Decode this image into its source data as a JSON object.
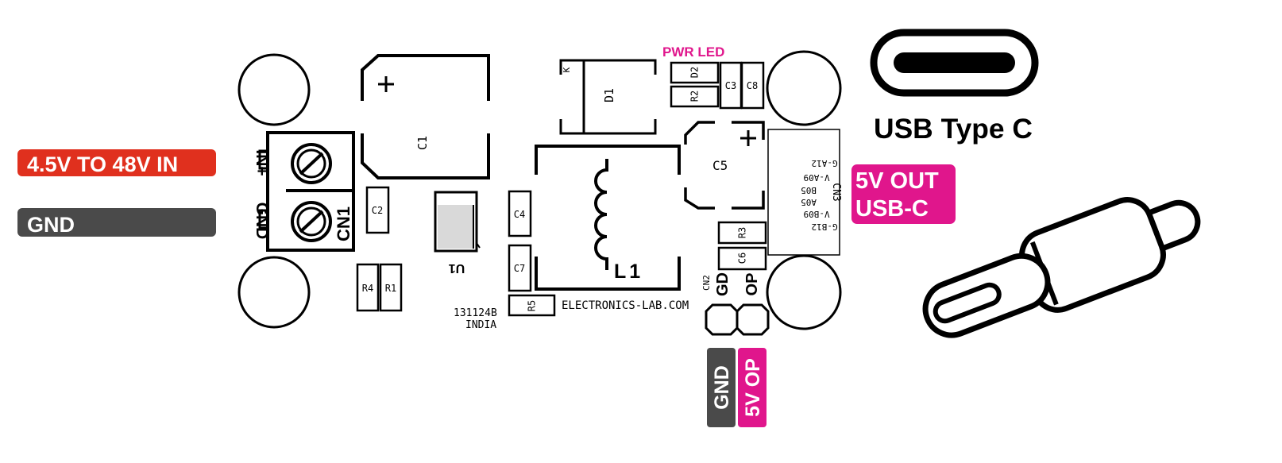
{
  "labels": {
    "vin": "4.5V TO 48V IN",
    "gnd": "GND",
    "out_line1": "5V OUT",
    "out_line2": "USB-C",
    "usb_title": "USB Type C",
    "pwr_led": "PWR LED",
    "bottom_gnd": "GND",
    "bottom_op": "5V OP"
  },
  "board": {
    "in_plus": "IN+",
    "gnd_silk": "GND",
    "cn1": "CN1",
    "c1": "C1",
    "c2": "C2",
    "u1": "U1",
    "r4": "R4",
    "r1": "R1",
    "c4": "C4",
    "c7": "C7",
    "r5": "R5",
    "d1": "D1",
    "k": "K",
    "l1": "L1",
    "d2": "D2",
    "r2": "R2",
    "c3": "C3",
    "c8": "C8",
    "c5": "C5",
    "r3": "R3",
    "c6": "C6",
    "cn2": "CN2",
    "gd": "GD",
    "op": "OP",
    "cn3": "CN3",
    "usb_pins": [
      "G-A12",
      "V-A09",
      "B05",
      "A05",
      "V-B09",
      "G-B12"
    ],
    "code": "131124B",
    "country": "INDIA",
    "website": "ELECTRONICS-LAB.COM",
    "plus": "+"
  },
  "colors": {
    "red": "#e0301e",
    "dark": "#4a4a4a",
    "magenta": "#e0168c",
    "silk": "#000000"
  }
}
